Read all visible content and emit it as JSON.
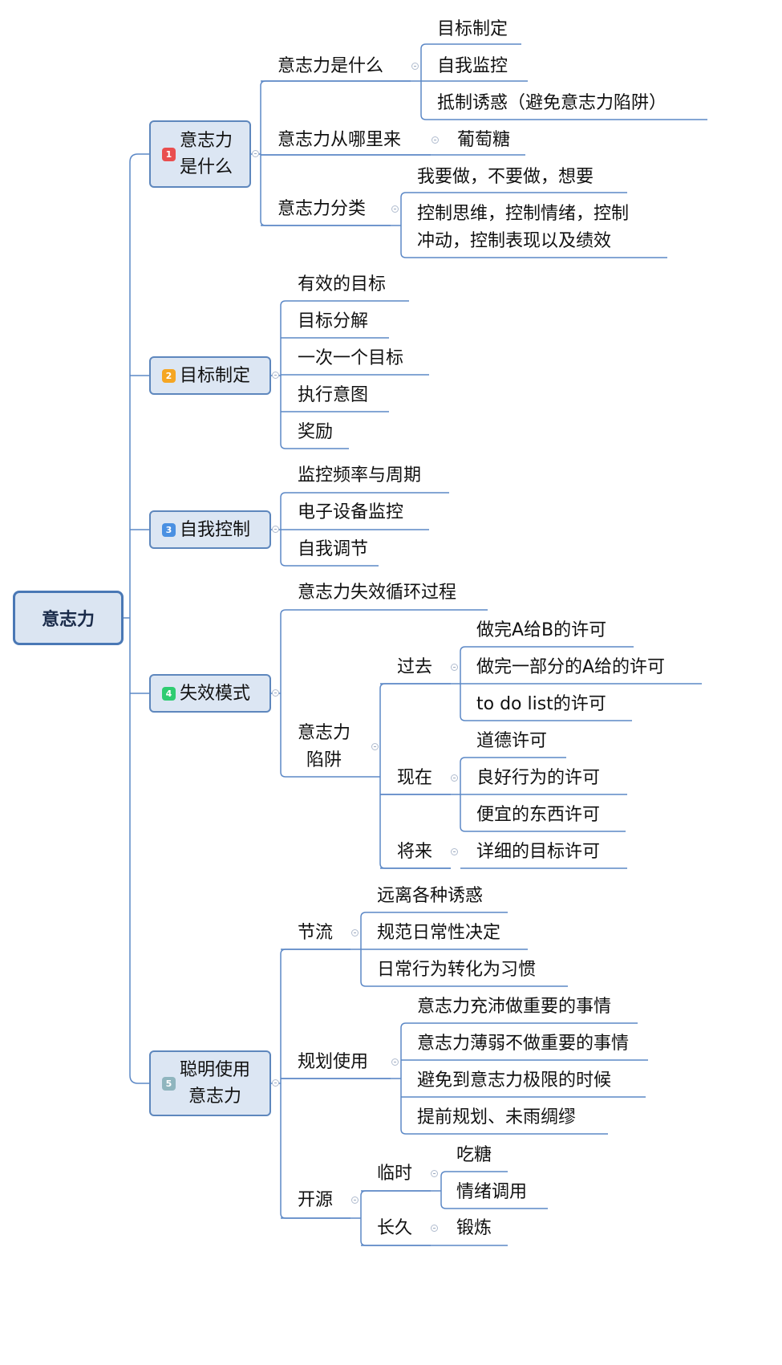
{
  "root": "意志力",
  "colors": {
    "connector": "#5c88c6",
    "node_fill": "#dce6f3",
    "badge_1": "#e94e4e",
    "badge_2": "#f5a623",
    "badge_3": "#4a90e2",
    "badge_4": "#2ecc71",
    "badge_5": "#8fb5be"
  },
  "branches": [
    {
      "badge": "1",
      "label": "意志力\n是什么",
      "children": [
        {
          "label": "意志力是什么",
          "children": [
            "目标制定",
            "自我监控",
            "抵制诱惑（避免意志力陷阱）"
          ]
        },
        {
          "label": "意志力从哪里来",
          "children": [
            "葡萄糖"
          ]
        },
        {
          "label": "意志力分类",
          "children": [
            "我要做，不要做，想要",
            "控制思维，控制情绪，控制\n冲动，控制表现以及绩效"
          ]
        }
      ]
    },
    {
      "badge": "2",
      "label": "目标制定",
      "children": [
        "有效的目标",
        "目标分解",
        "一次一个目标",
        "执行意图",
        "奖励"
      ]
    },
    {
      "badge": "3",
      "label": "自我控制",
      "children": [
        "监控频率与周期",
        "电子设备监控",
        "自我调节"
      ]
    },
    {
      "badge": "4",
      "label": "失效模式",
      "children": [
        {
          "label": "意志力失效循环过程"
        },
        {
          "label": "意志力\n陷阱",
          "children": [
            {
              "label": "过去",
              "children": [
                "做完A给B的许可",
                "做完一部分的A给的许可",
                "to do list的许可"
              ]
            },
            {
              "label": "现在",
              "children": [
                "道德许可",
                "良好行为的许可",
                "便宜的东西许可"
              ]
            },
            {
              "label": "将来",
              "children": [
                "详细的目标许可"
              ]
            }
          ]
        }
      ]
    },
    {
      "badge": "5",
      "label": "聪明使用\n意志力",
      "children": [
        {
          "label": "节流",
          "children": [
            "远离各种诱惑",
            "规范日常性决定",
            "日常行为转化为习惯"
          ]
        },
        {
          "label": "规划使用",
          "children": [
            "意志力充沛做重要的事情",
            "意志力薄弱不做重要的事情",
            "避免到意志力极限的时候",
            "提前规划、未雨绸缪"
          ]
        },
        {
          "label": "开源",
          "children": [
            {
              "label": "临时",
              "children": [
                "吃糖",
                "情绪调用"
              ]
            },
            {
              "label": "长久",
              "children": [
                "锻炼"
              ]
            }
          ]
        }
      ]
    }
  ]
}
